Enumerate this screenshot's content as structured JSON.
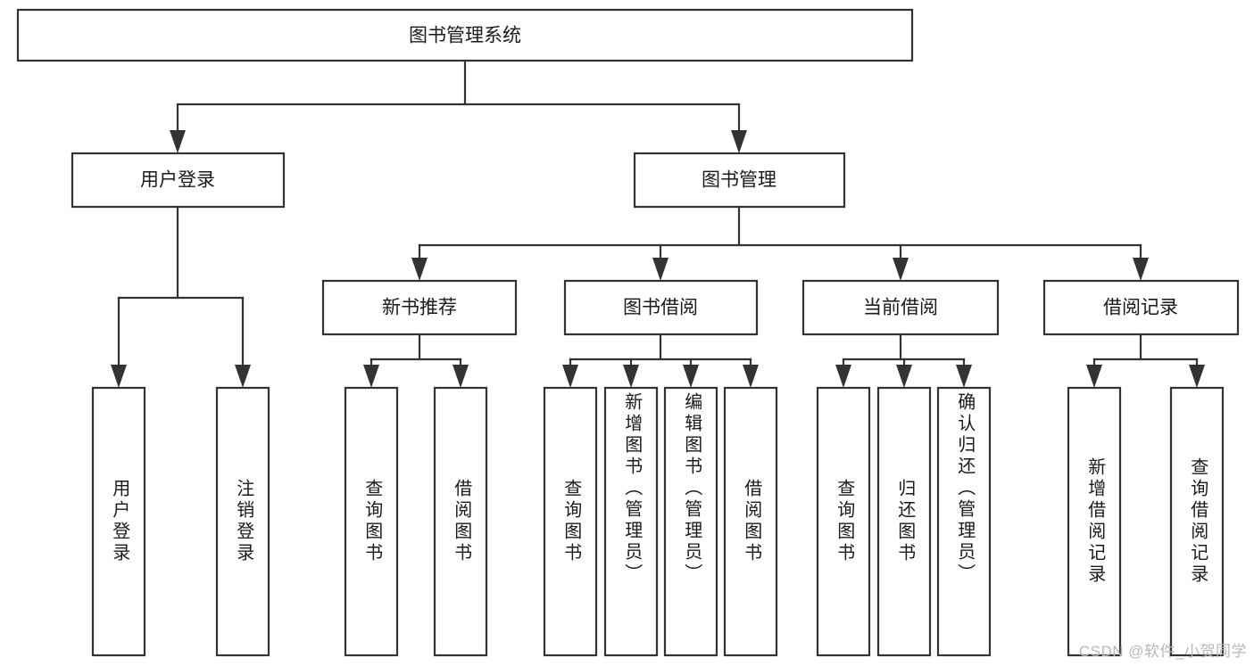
{
  "diagram": {
    "type": "tree-hierarchy",
    "orientation": "top-down",
    "title_node": {
      "label": "图书管理系统"
    },
    "level2": [
      {
        "id": "user-login",
        "label": "用户登录"
      },
      {
        "id": "book-management",
        "label": "图书管理"
      }
    ],
    "level3": [
      {
        "id": "new-book-recommend",
        "label": "新书推荐"
      },
      {
        "id": "book-borrow",
        "label": "图书借阅"
      },
      {
        "id": "current-borrow",
        "label": "当前借阅"
      },
      {
        "id": "borrow-record",
        "label": "借阅记录"
      }
    ],
    "leaves": [
      {
        "id": "leaf-user-login",
        "label": "用户登录",
        "parent": "user-login"
      },
      {
        "id": "leaf-logout-login",
        "label": "注销登录",
        "parent": "user-login"
      },
      {
        "id": "leaf-query-book-1",
        "label": "查询图书",
        "parent": "new-book-recommend"
      },
      {
        "id": "leaf-borrow-book-1",
        "label": "借阅图书",
        "parent": "new-book-recommend"
      },
      {
        "id": "leaf-query-book-2",
        "label": "查询图书",
        "parent": "book-borrow"
      },
      {
        "id": "leaf-add-book",
        "label": "新增图书（管理员）",
        "parent": "book-borrow"
      },
      {
        "id": "leaf-edit-book",
        "label": "编辑图书（管理员）",
        "parent": "book-borrow"
      },
      {
        "id": "leaf-borrow-book-2",
        "label": "借阅图书",
        "parent": "book-borrow"
      },
      {
        "id": "leaf-query-book-3",
        "label": "查询图书",
        "parent": "current-borrow"
      },
      {
        "id": "leaf-return-book",
        "label": "归还图书",
        "parent": "current-borrow"
      },
      {
        "id": "leaf-confirm-return",
        "label": "确认归还（管理员）",
        "parent": "current-borrow"
      },
      {
        "id": "leaf-add-borrow-record",
        "label": "新增借阅记录",
        "parent": "borrow-record"
      },
      {
        "id": "leaf-query-borrow-record",
        "label": "查询借阅记录",
        "parent": "borrow-record"
      }
    ],
    "colors": {
      "box_stroke": "#333333",
      "box_fill": "#ffffff",
      "text": "#1a1a1a",
      "background": "#ffffff",
      "watermark": "#b8b8b8"
    }
  },
  "watermark": {
    "text": "CSDN @软件_小贺同学"
  }
}
